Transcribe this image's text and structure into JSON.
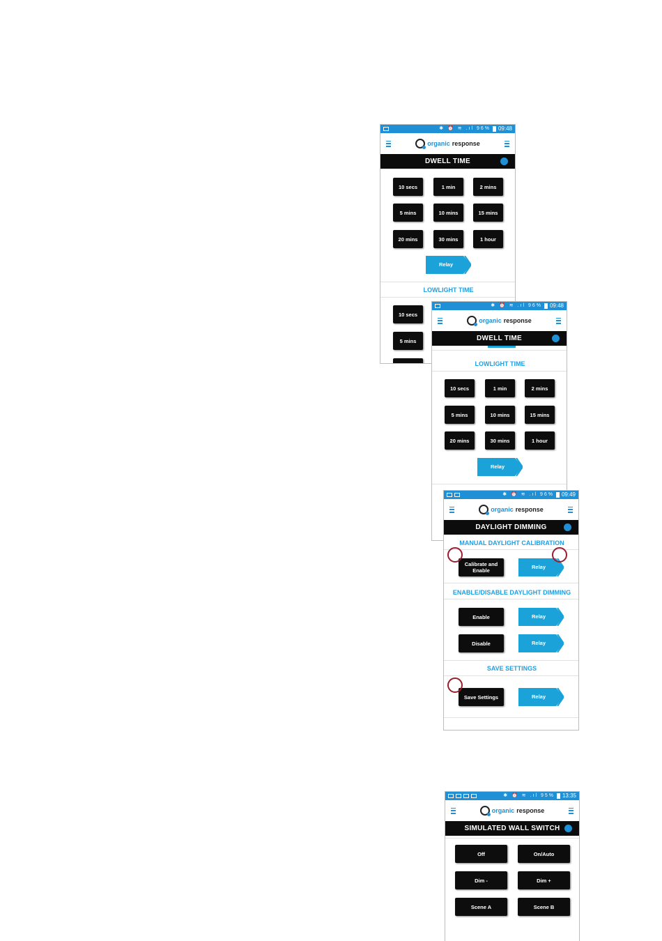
{
  "colors": {
    "accent": "#1f8fd6",
    "relay": "#1aa2d9",
    "section": "#1f9fe0",
    "callout": "#9b1c2c"
  },
  "screen1": {
    "status": {
      "icons": "✱ ⏰ ≋ .ıl 96%",
      "time": "09:48"
    },
    "logo": {
      "part1": "organic",
      "part2": "response"
    },
    "title": "DWELL TIME",
    "dwell_buttons": [
      "10 secs",
      "1 min",
      "2 mins",
      "5 mins",
      "10 mins",
      "15 mins",
      "20 mins",
      "30 mins",
      "1 hour"
    ],
    "relay_label": "Relay",
    "lowlight_title": "LOWLIGHT TIME",
    "lowlight_buttons": [
      "10 secs",
      "5 mins"
    ]
  },
  "screen2": {
    "status": {
      "icons": "✱ ⏰ ≋ .ıl 96%",
      "time": "09:48"
    },
    "logo": {
      "part1": "organic",
      "part2": "response"
    },
    "title": "DWELL TIME",
    "lowlight_title": "LOWLIGHT TIME",
    "lowlight_buttons": [
      "10 secs",
      "1 min",
      "2 mins",
      "5 mins",
      "10 mins",
      "15 mins",
      "20 mins",
      "30 mins",
      "1 hour"
    ],
    "relay_label": "Relay"
  },
  "screen3": {
    "status": {
      "icons": "✱ ⏰ ≋ .ıl 96%",
      "time": "09:49"
    },
    "logo": {
      "part1": "organic",
      "part2": "response"
    },
    "title": "DAYLIGHT DIMMING",
    "manual_title": "MANUAL DAYLIGHT CALIBRATION",
    "calibrate_label": "Calibrate and Enable",
    "enable_title": "ENABLE/DISABLE DAYLIGHT DIMMING",
    "enable_label": "Enable",
    "disable_label": "Disable",
    "save_title": "SAVE SETTINGS",
    "save_label": "Save Settings",
    "relay_label": "Relay"
  },
  "screen4": {
    "status": {
      "icons": "✱ ⏰ ≋ .ıl 95%",
      "time": "13:35"
    },
    "logo": {
      "part1": "organic",
      "part2": "response"
    },
    "title": "SIMULATED WALL SWITCH",
    "buttons": [
      "Off",
      "On/Auto",
      "Dim -",
      "Dim +",
      "Scene A",
      "Scene B"
    ]
  }
}
